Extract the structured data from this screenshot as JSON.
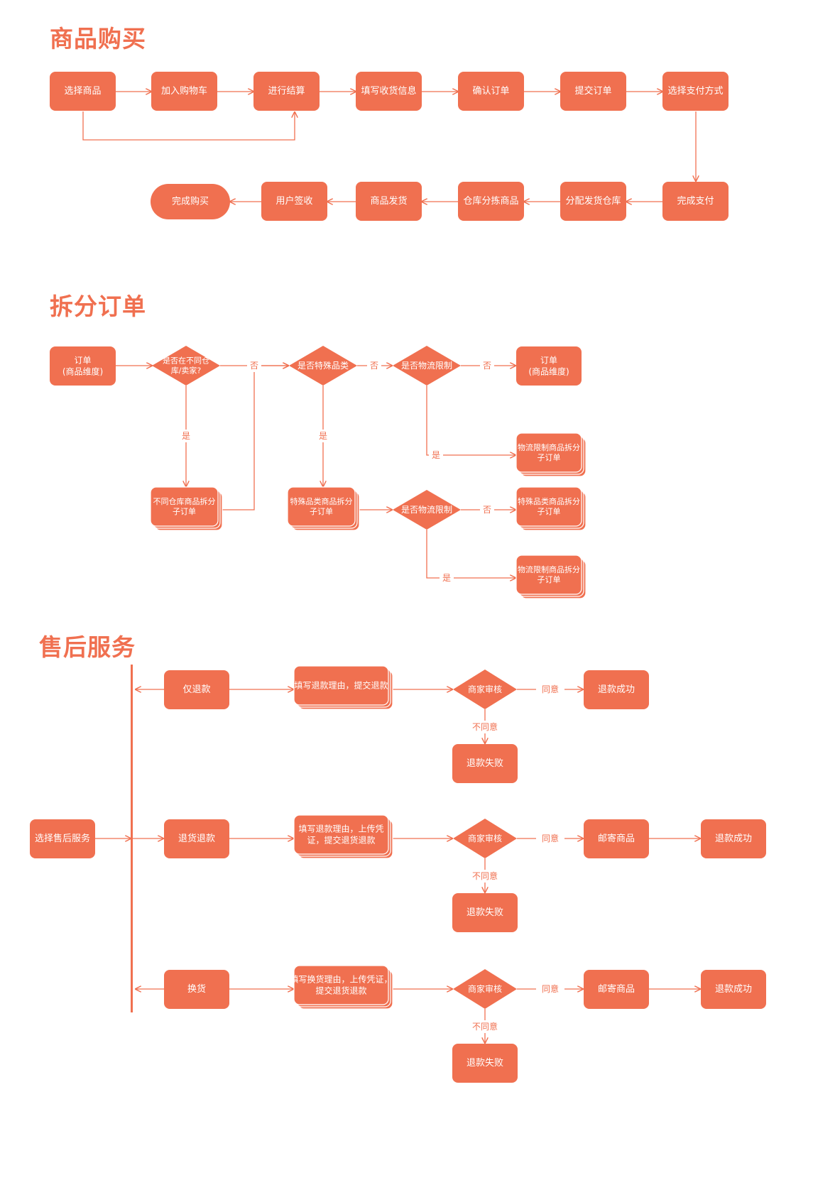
{
  "colors": {
    "fill": "#F07050",
    "stroke": "#F07050",
    "text": "#ffffff",
    "label": "#F07050"
  },
  "sections": [
    {
      "title": "商品购买"
    },
    {
      "title": "拆分订单"
    },
    {
      "title": "售后服务"
    }
  ],
  "purchase": {
    "steps": [
      "选择商品",
      "加入购物车",
      "进行结算",
      "填写收货信息",
      "确认订单",
      "提交订单",
      "选择支付方式",
      "完成支付",
      "分配发货仓库",
      "仓库分拣商品",
      "商品发货",
      "用户签收",
      "完成购买"
    ]
  },
  "split": {
    "order_start": [
      "订单",
      "(商品维度)"
    ],
    "q_warehouse": [
      "是否在不同仓",
      "库/卖家?"
    ],
    "q_special": "是否特殊品类",
    "q_logistics": "是否物流限制",
    "order_end": [
      "订单",
      "(商品维度)"
    ],
    "logistics_split": [
      "物流限制商品拆分",
      "子订单"
    ],
    "warehouse_split": [
      "不同仓库商品拆分",
      "子订单"
    ],
    "special_split": [
      "特殊品类商品拆分",
      "子订单"
    ],
    "q_logistics_2": "是否物流限制",
    "special_split_2": [
      "特殊品类商品拆分",
      "子订单"
    ],
    "logistics_split_2": [
      "物流限制商品拆分",
      "子订单"
    ],
    "yes": "是",
    "no": "否"
  },
  "aftersales": {
    "start": "选择售后服务",
    "refund_only": "仅退款",
    "refund_only_form": "填写退款理由，提交退款",
    "review": "商家审核",
    "agree": "同意",
    "disagree": "不同意",
    "success": "退款成功",
    "fail": "退款失败",
    "return_refund": "退货退款",
    "return_refund_form": [
      "填写退款理由，上传凭",
      "证，提交退货退款"
    ],
    "mail_goods": "邮寄商品",
    "exchange": "换货",
    "exchange_form": [
      "填写换货理由，上传凭证，",
      "提交退货退款"
    ]
  }
}
